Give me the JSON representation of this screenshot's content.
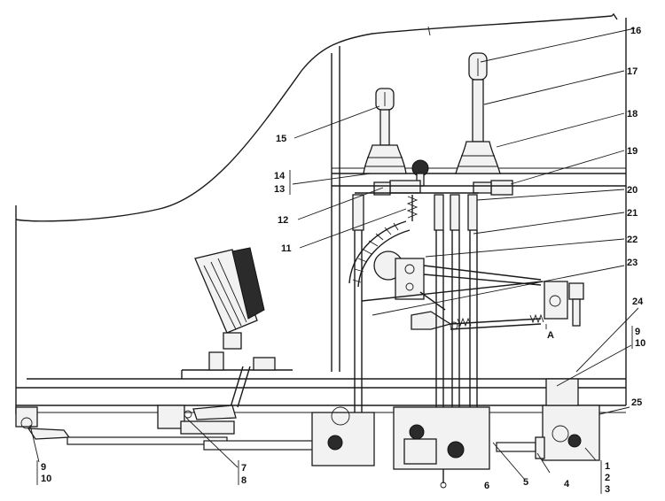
{
  "labels": {
    "l16": "16",
    "l17": "17",
    "l18": "18",
    "l15": "15",
    "l19": "19",
    "l14": "14",
    "l13": "13",
    "l20": "20",
    "l12": "12",
    "l21": "21",
    "l11": "11",
    "l22": "22",
    "l23": "23",
    "l24": "24",
    "l9r": "9",
    "l10r": "10",
    "lA": "A",
    "l25": "25",
    "l9l": "9",
    "l10l": "10",
    "l7": "7",
    "l8": "8",
    "l6": "6",
    "l5": "5",
    "l4": "4",
    "l1": "1",
    "l2": "2",
    "l3": "3"
  }
}
